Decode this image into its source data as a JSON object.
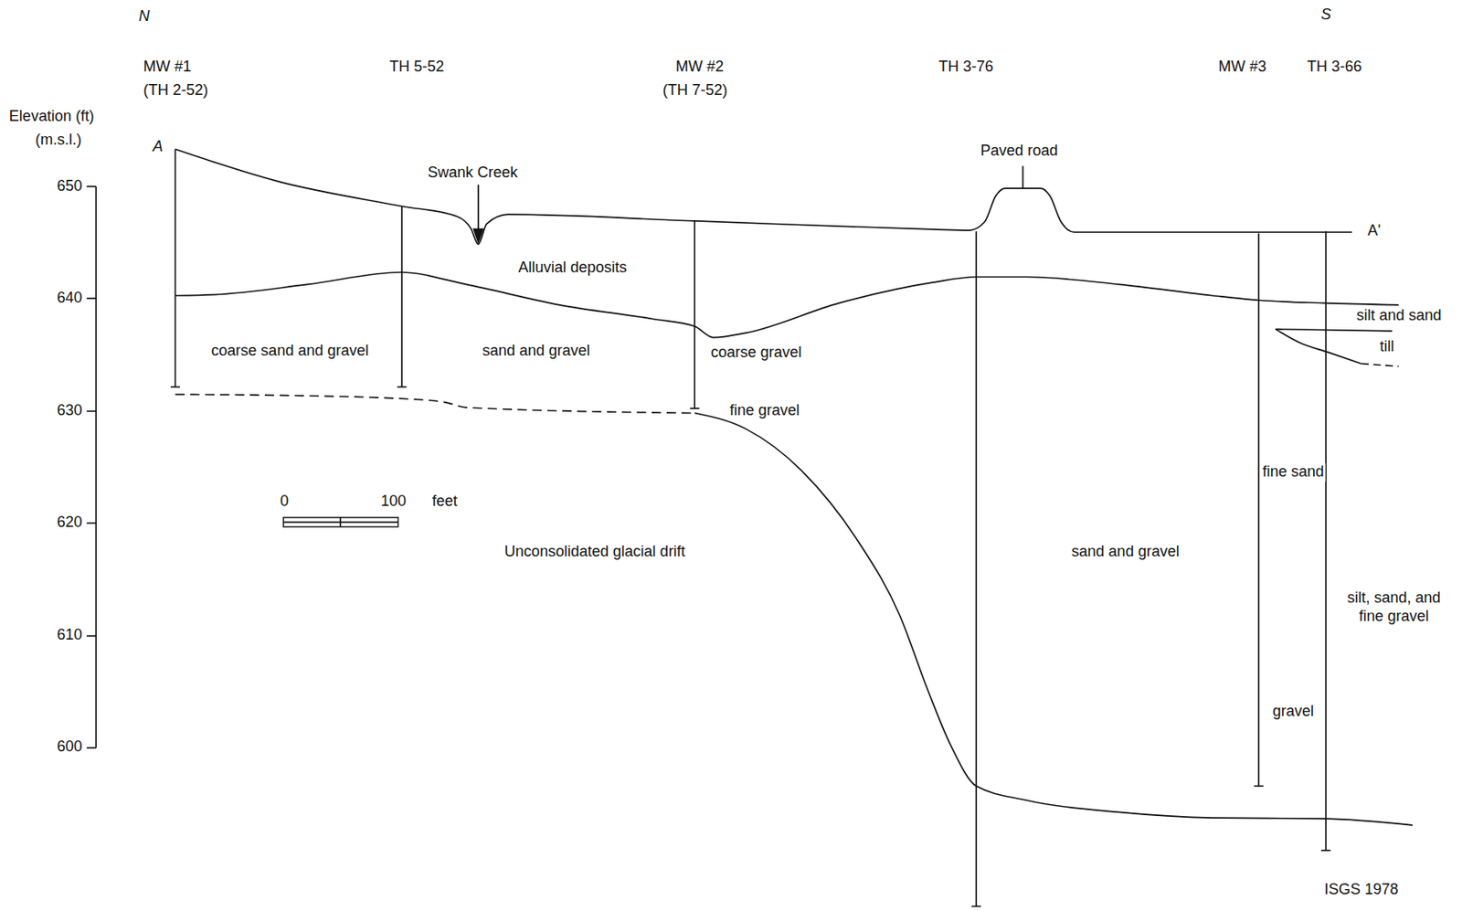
{
  "diagram": {
    "labels": [
      "N",
      "S",
      "MW #1",
      "(TH 2-52)",
      "TH 5-52",
      "MW #2",
      "(TH 7-52)",
      "TH 3-76",
      "MW #3",
      "TH 3-66",
      "Elevation (ft)",
      "(m.s.l.)",
      "A",
      "A'",
      "650",
      "640",
      "630",
      "620",
      "610",
      "600",
      "Swank Creek",
      "Paved road",
      "Alluvial deposits",
      "coarse sand and gravel",
      "sand and gravel",
      "coarse gravel",
      "fine gravel",
      "silt and sand",
      "till",
      "fine sand",
      "Unconsolidated glacial drift",
      "sand and gravel",
      "silt, sand, and fine gravel",
      "gravel",
      "0",
      "100",
      "feet",
      "ISGS 1978"
    ]
  }
}
